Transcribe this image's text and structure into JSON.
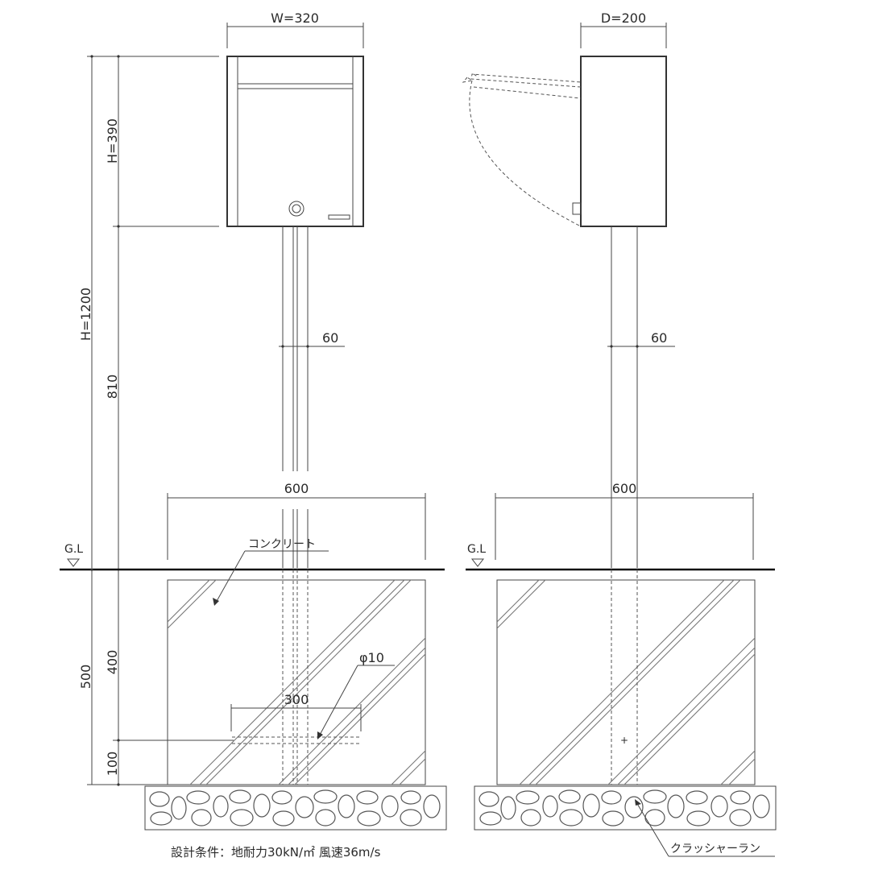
{
  "dimensions": {
    "width": "W=320",
    "depth": "D=200",
    "box_height": "H=390",
    "total_height": "H=1200",
    "post_height": "810",
    "post_width_front": "60",
    "post_width_side": "60",
    "foundation_width_front": "600",
    "foundation_width_side": "600",
    "foundation_depth": "500",
    "anchor_depth": "400",
    "base_height": "100",
    "anchor_span": "300",
    "rebar": "φ10"
  },
  "labels": {
    "ground_front": "G.L",
    "ground_side": "G.L",
    "concrete": "コンクリート",
    "crusher_run": "クラッシャーラン"
  },
  "note": "設計条件：地耐力30kN/㎡ 風速36m/s"
}
